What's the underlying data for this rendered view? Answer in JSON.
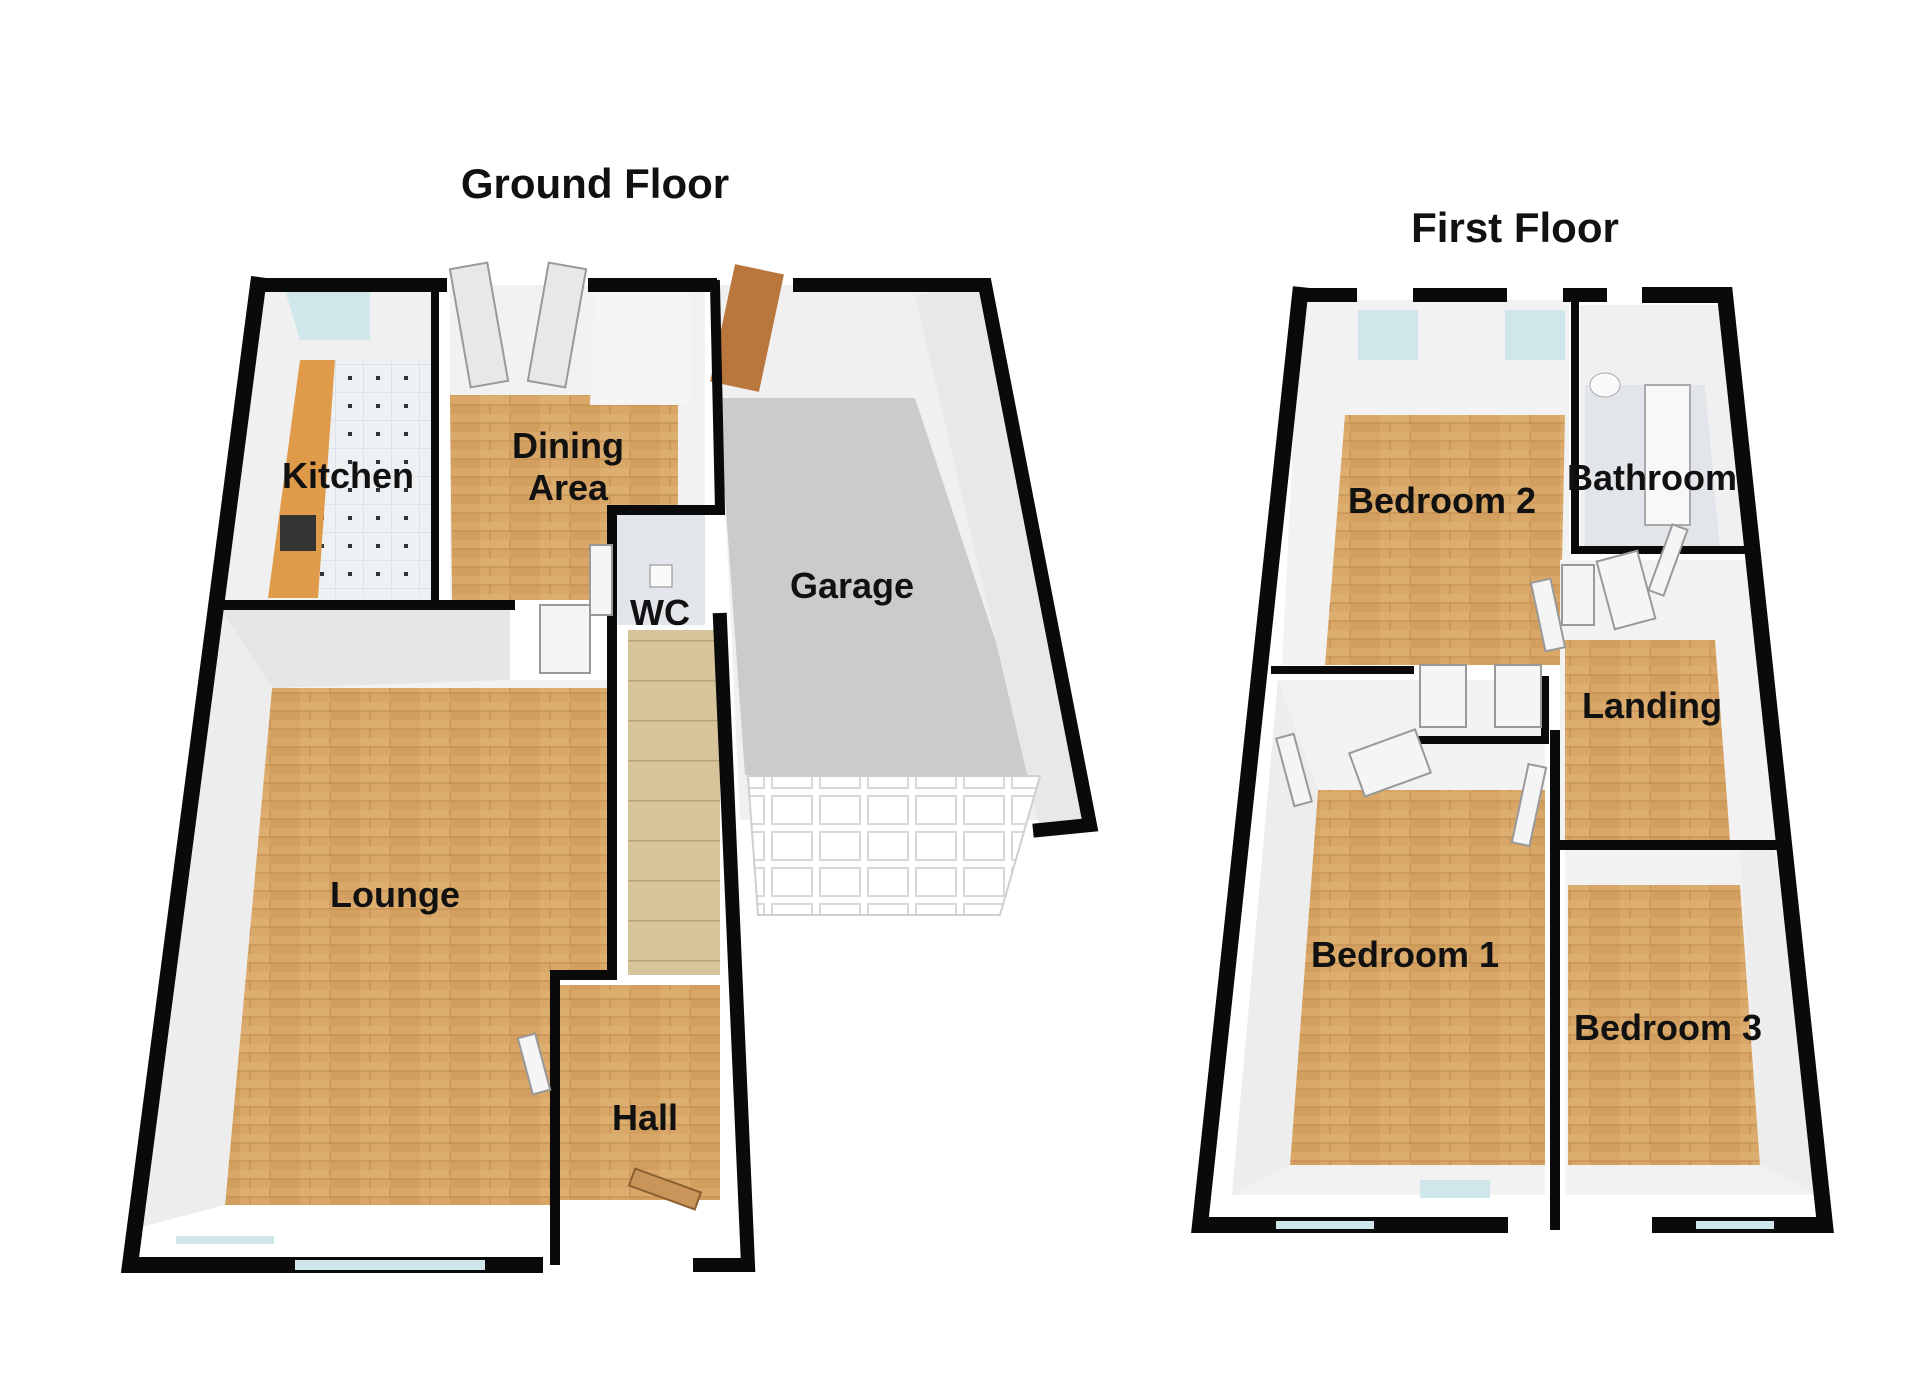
{
  "ground_floor": {
    "title": "Ground Floor",
    "rooms": {
      "kitchen": "Kitchen",
      "dining_line1": "Dining",
      "dining_line2": "Area",
      "wc": "WC",
      "garage": "Garage",
      "lounge": "Lounge",
      "hall": "Hall"
    }
  },
  "first_floor": {
    "title": "First Floor",
    "rooms": {
      "bedroom2": "Bedroom 2",
      "bathroom": "Bathroom",
      "landing": "Landing",
      "bedroom1": "Bedroom 1",
      "bedroom3": "Bedroom 3"
    }
  },
  "colors": {
    "wall": "#0a0a0a",
    "wood_floor": "#d9a868",
    "garage_floor": "#c9cbcd",
    "tile_floor": "#e8ecf0",
    "inner_wall": "#f2f2f2",
    "window": "#cfe7ea"
  }
}
